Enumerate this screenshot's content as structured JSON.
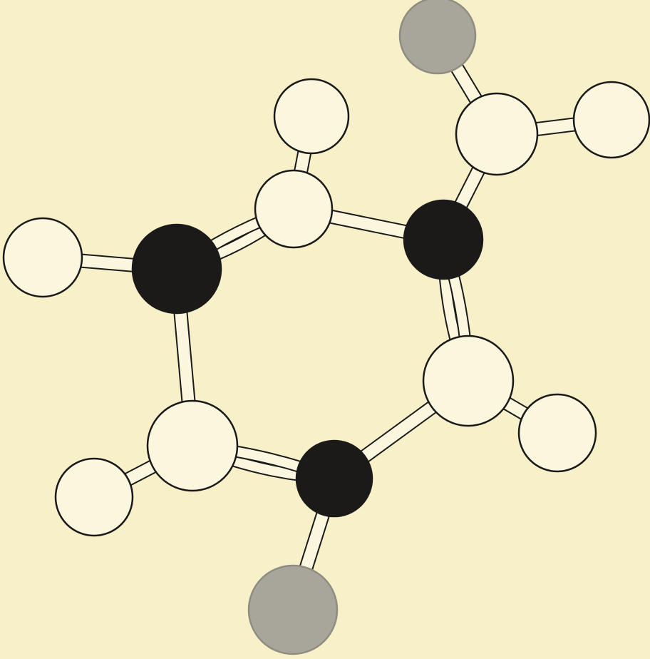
{
  "diagram": {
    "type": "ball-and-stick-molecular-model",
    "colors": {
      "background": "#f7f0c8",
      "outline": "#1a1a1a",
      "atom_white": "#fbf7de",
      "atom_black": "#1b1a18",
      "atom_grey": "#a8a69a",
      "bond_fill": "#fbf7de"
    },
    "legend": [],
    "atoms": [
      {
        "id": "grey-top",
        "kind": "grey"
      },
      {
        "id": "h-upper",
        "kind": "white"
      },
      {
        "id": "c-top-right",
        "kind": "white"
      },
      {
        "id": "h-right-top",
        "kind": "white"
      },
      {
        "id": "c-upper-ring",
        "kind": "white"
      },
      {
        "id": "ring-black-right",
        "kind": "black"
      },
      {
        "id": "h-left",
        "kind": "white"
      },
      {
        "id": "ring-black-left",
        "kind": "black"
      },
      {
        "id": "ring-white-right",
        "kind": "white"
      },
      {
        "id": "h-lower-right",
        "kind": "white"
      },
      {
        "id": "ring-white-lower-left",
        "kind": "white"
      },
      {
        "id": "h-lower-left",
        "kind": "white"
      },
      {
        "id": "ring-black-bottom",
        "kind": "black"
      },
      {
        "id": "grey-bottom",
        "kind": "grey"
      }
    ],
    "bonds": [
      {
        "from": "grey-top",
        "to": "c-top-right",
        "order": 1
      },
      {
        "from": "c-top-right",
        "to": "h-right-top",
        "order": 1
      },
      {
        "from": "c-top-right",
        "to": "ring-black-right",
        "order": 1
      },
      {
        "from": "h-upper",
        "to": "c-upper-ring",
        "order": 1
      },
      {
        "from": "c-upper-ring",
        "to": "ring-black-right",
        "order": 1
      },
      {
        "from": "ring-black-left",
        "to": "c-upper-ring",
        "order": 2
      },
      {
        "from": "h-left",
        "to": "ring-black-left",
        "order": 1
      },
      {
        "from": "ring-black-left",
        "to": "ring-white-lower-left",
        "order": 1
      },
      {
        "from": "ring-black-right",
        "to": "ring-white-right",
        "order": 2
      },
      {
        "from": "ring-white-right",
        "to": "h-lower-right",
        "order": 1
      },
      {
        "from": "ring-white-right",
        "to": "ring-black-bottom",
        "order": 1
      },
      {
        "from": "ring-white-lower-left",
        "to": "ring-black-bottom",
        "order": 2
      },
      {
        "from": "h-lower-left",
        "to": "ring-white-lower-left",
        "order": 1
      },
      {
        "from": "ring-black-bottom",
        "to": "grey-bottom",
        "order": 1
      }
    ]
  }
}
